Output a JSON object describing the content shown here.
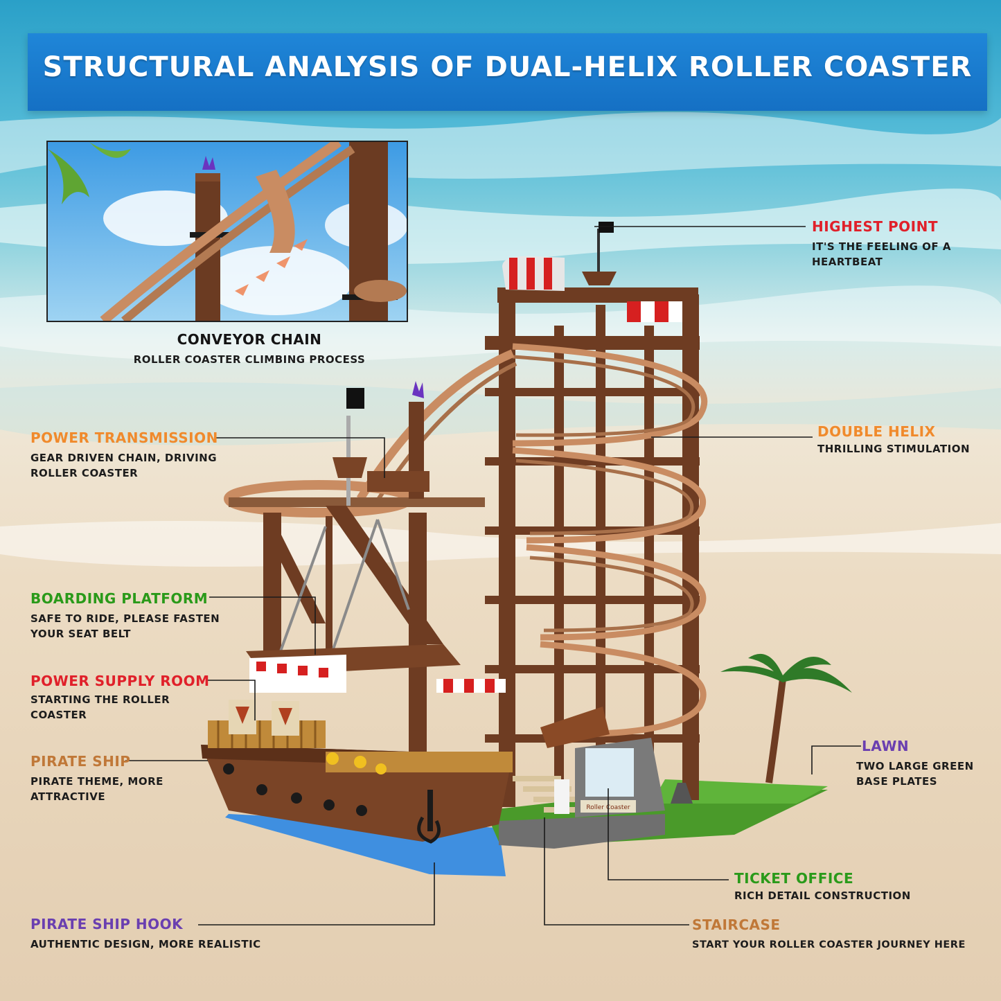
{
  "title": "STRUCTURAL ANALYSIS OF DUAL-HELIX ROLLER COASTER",
  "callouts": {
    "conveyor": {
      "title": "CONVEYOR CHAIN",
      "desc": "ROLLER COASTER CLIMBING PROCESS"
    },
    "highest": {
      "title": "HIGHEST POINT",
      "desc": "IT'S THE FEELING OF A HEARTBEAT"
    },
    "power_transmission": {
      "title": "POWER TRANSMISSION",
      "desc": "GEAR DRIVEN CHAIN, DRIVING ROLLER COASTER"
    },
    "double_helix": {
      "title": "DOUBLE HELIX",
      "desc": "THRILLING STIMULATION"
    },
    "boarding": {
      "title": "BOARDING PLATFORM",
      "desc": "SAFE TO RIDE, PLEASE FASTEN YOUR SEAT BELT"
    },
    "power_supply": {
      "title": "POWER SUPPLY ROOM",
      "desc": "STARTING THE ROLLER COASTER"
    },
    "pirate_ship": {
      "title": "PIRATE SHIP",
      "desc": "PIRATE THEME, MORE ATTRACTIVE"
    },
    "lawn": {
      "title": "LAWN",
      "desc": "TWO LARGE GREEN BASE PLATES"
    },
    "ticket": {
      "title": "TICKET OFFICE",
      "desc": "RICH DETAIL CONSTRUCTION"
    },
    "hook": {
      "title": "PIRATE SHIP HOOK",
      "desc": "AUTHENTIC DESIGN, MORE REALISTIC"
    },
    "staircase": {
      "title": "STAIRCASE",
      "desc": "START YOUR ROLLER COASTER JOURNEY HERE"
    }
  },
  "model_sign": "Roller Coaster",
  "colors": {
    "banner": "#1570c4",
    "wood": "#7a4426",
    "track": "#c98c62",
    "orange_label": "#f08a2c",
    "red_label": "#e0202a",
    "green_label": "#2a9a1a",
    "purple_label": "#6a3fb0"
  }
}
